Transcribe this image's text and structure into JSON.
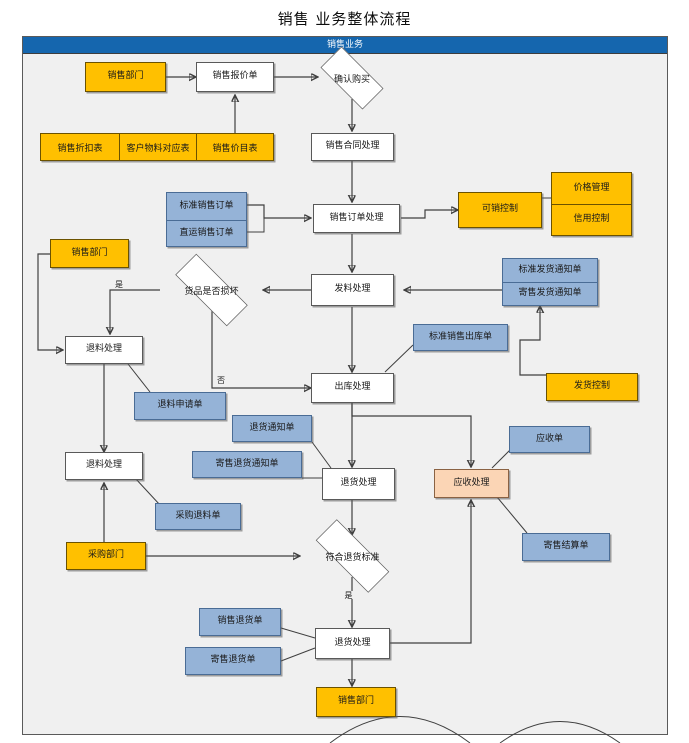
{
  "page": {
    "title": "销售 业务整体流程",
    "lane_header": "销售业务"
  },
  "colors": {
    "header_blue": "#1566ae",
    "orange": "#ffc000",
    "blue": "#95b3d7",
    "peach": "#fbd5b5",
    "white": "#ffffff",
    "lane_bg": "#f0f0f0",
    "line": "#3f3f3f"
  },
  "nodes": {
    "sales_dept_top": "销售部门",
    "sales_quotation": "销售报价单",
    "confirm_purchase": "确认购买",
    "sales_discount_table": "销售折扣表",
    "customer_material_table": "客户物料对应表",
    "sales_price_list": "销售价目表",
    "sales_contract_process": "销售合同处理",
    "standard_sales_order": "标准销售订单",
    "direct_ship_sales_order": "直运销售订单",
    "sales_order_process": "销售订单处理",
    "sellable_control": "可销控制",
    "price_management": "价格管理",
    "credit_control": "信用控制",
    "sales_dept_left": "销售部门",
    "issue_process": "发料处理",
    "standard_delivery_notice": "标准发货通知单",
    "consign_delivery_notice": "寄售发货通知单",
    "goods_damaged": "货品是否损坏",
    "return_material_process_1": "退料处理",
    "standard_sales_outbound": "标准销售出库单",
    "outbound_process": "出库处理",
    "delivery_control": "发货控制",
    "return_material_request": "退料申请单",
    "return_notice": "退货通知单",
    "consign_return_notice": "寄售退货通知单",
    "return_material_process_2": "退料处理",
    "return_process_mid": "退货处理",
    "receivable_process": "应收处理",
    "receivable_doc": "应收单",
    "purchase_return_material": "采购退料单",
    "purchase_dept": "采购部门",
    "meets_return_standard": "符合退货标准",
    "consign_settlement": "寄售结算单",
    "sales_return_doc": "销售退货单",
    "consign_return_doc": "寄售退货单",
    "return_process_bottom": "退货处理",
    "sales_dept_bottom": "销售部门"
  },
  "edge_labels": {
    "damaged_yes": "是",
    "damaged_no": "否",
    "return_standard_yes": "是"
  }
}
